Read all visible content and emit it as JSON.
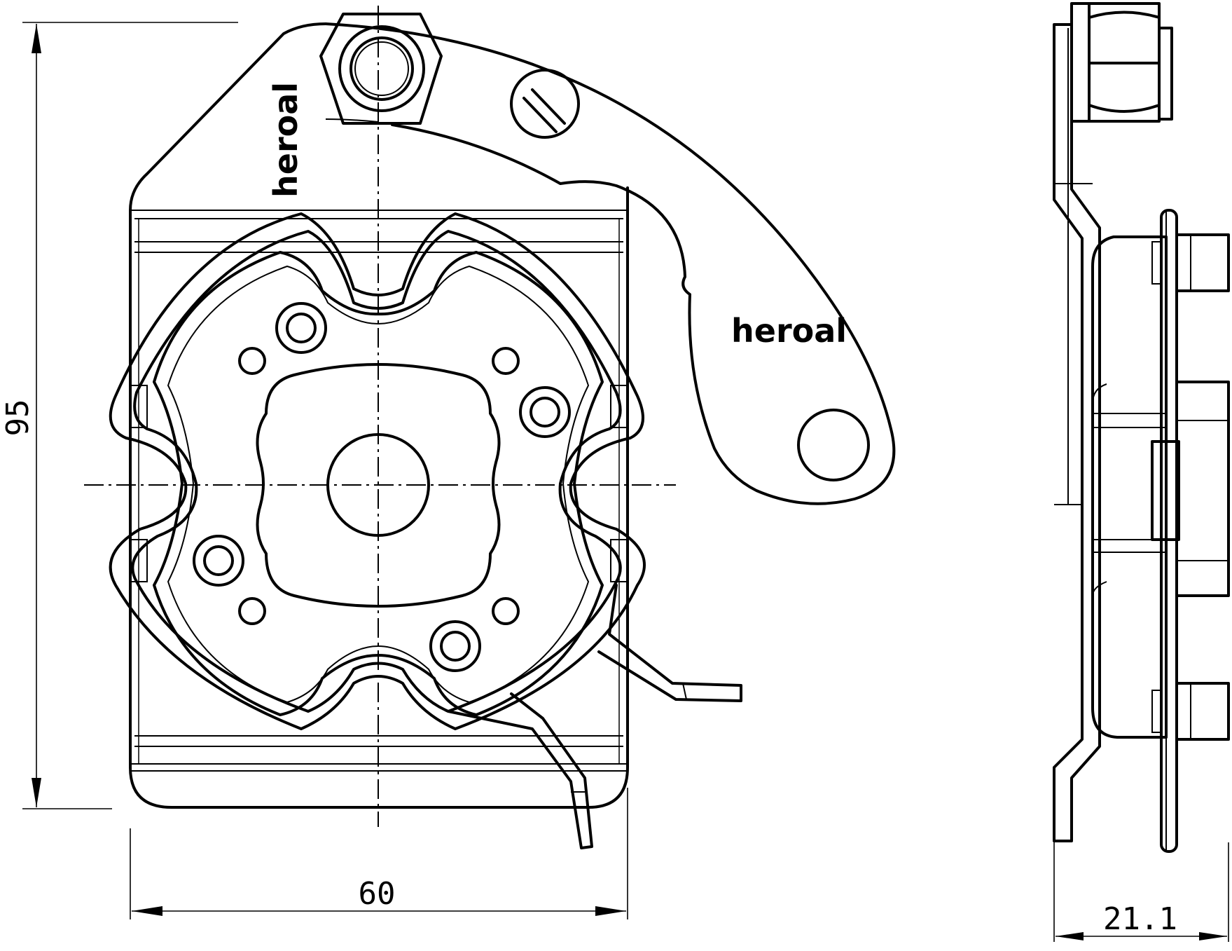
{
  "dimensions": {
    "height": "95",
    "width": "60",
    "depth": "21.1"
  },
  "labels": {
    "brand_plate": "heroal",
    "brand_arm": "heroal"
  }
}
